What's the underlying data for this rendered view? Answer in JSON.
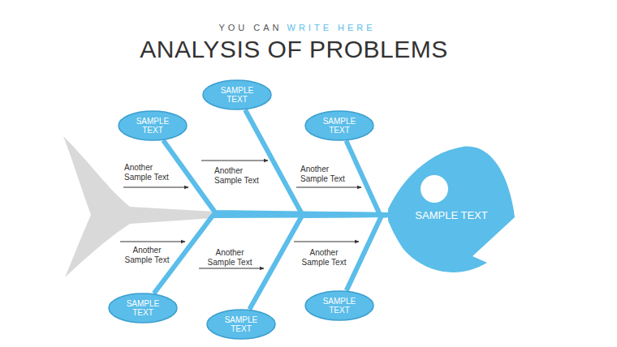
{
  "diagram": {
    "title": "ANALYSIS OF PROBLEMS",
    "nodes": [
      {
        "text": [
          "SAMPLE TEXT"
        ]
      },
      {
        "text": [
          "SAMPLE TEXT"
        ]
      },
      {
        "text": [
          "SAMPLE TEXT"
        ]
      },
      {
        "text": [
          "SAMPLE TEXT"
        ]
      },
      {
        "text": [
          "SAMPLE TEXT"
        ]
      },
      {
        "text": [
          "SAMPLE TEXT"
        ]
      },
      {
        "text": [
          "SAMPLE TEXT"
        ]
      }
    ],
    "edges": [
      {
        "from": 0,
        "to": 6,
        "arrow": "none"
      },
      {
        "from": 1,
        "to": 6,
        "arrow": "none"
      },
      {
        "from": 2,
        "to": 6,
        "arrow": "none"
      },
      {
        "from": 3,
        "to": 6,
        "arrow": "none"
      },
      {
        "from": 4,
        "to": 6,
        "arrow": "none"
      },
      {
        "from": 5,
        "to": 6,
        "arrow": "none"
      }
    ],
    "labels": [
      "YOU CAN",
      "WRITE HERE",
      "Another Sample Text",
      "Another Sample Text",
      "Another Sample Text",
      "Another Sample Text",
      "Another Sample Text",
      "Another Sample Text"
    ]
  }
}
